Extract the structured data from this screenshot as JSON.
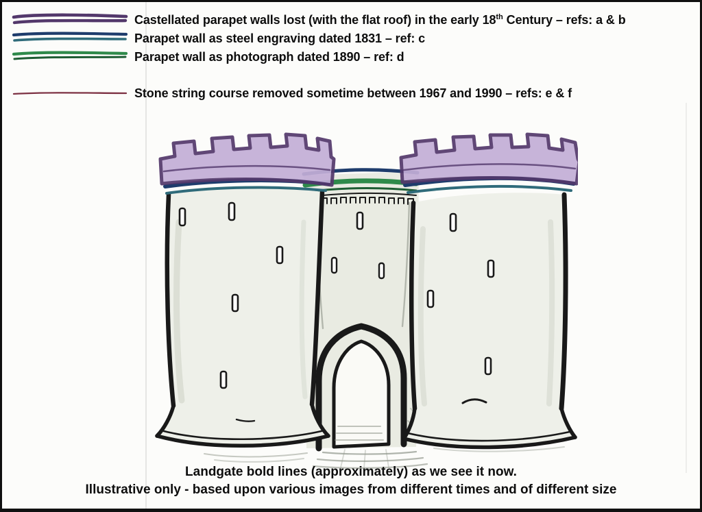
{
  "legend": {
    "items": [
      {
        "id": "castellated-parapet",
        "text_before": "Castellated parapet walls lost (with the flat roof) in the early 18",
        "sup": "th",
        "text_after": " Century – refs: a & b",
        "color": "#53386b"
      },
      {
        "id": "steel-engraving",
        "text": "Parapet wall as steel engraving dated 1831 – ref: c",
        "color": "#1e3c6c"
      },
      {
        "id": "photograph-1890",
        "text": "Parapet wall as photograph dated 1890 – ref: d",
        "color": "#2f8a4b"
      },
      {
        "id": "stone-string-course",
        "text": "Stone string course removed sometime between 1967 and 1990 – refs: e & f",
        "color": "#7c3042"
      }
    ]
  },
  "captions": {
    "line1": "Landgate bold lines (approximately) as we see it now.",
    "line2": "Illustrative only - based upon various images from different times and of different size"
  },
  "colors": {
    "paper": "#fcfcfa",
    "ink": "#191919",
    "purple": "#53386b",
    "purple_fill": "#c3aed7",
    "blue": "#1e3c6c",
    "teal": "#2f6b7a",
    "green": "#2f8a4b",
    "green_dark": "#1d5c33",
    "red": "#7c3042",
    "stone": "#eef0e9",
    "stone_dark": "#e9ebe2",
    "shade": "#b9c0b2"
  }
}
